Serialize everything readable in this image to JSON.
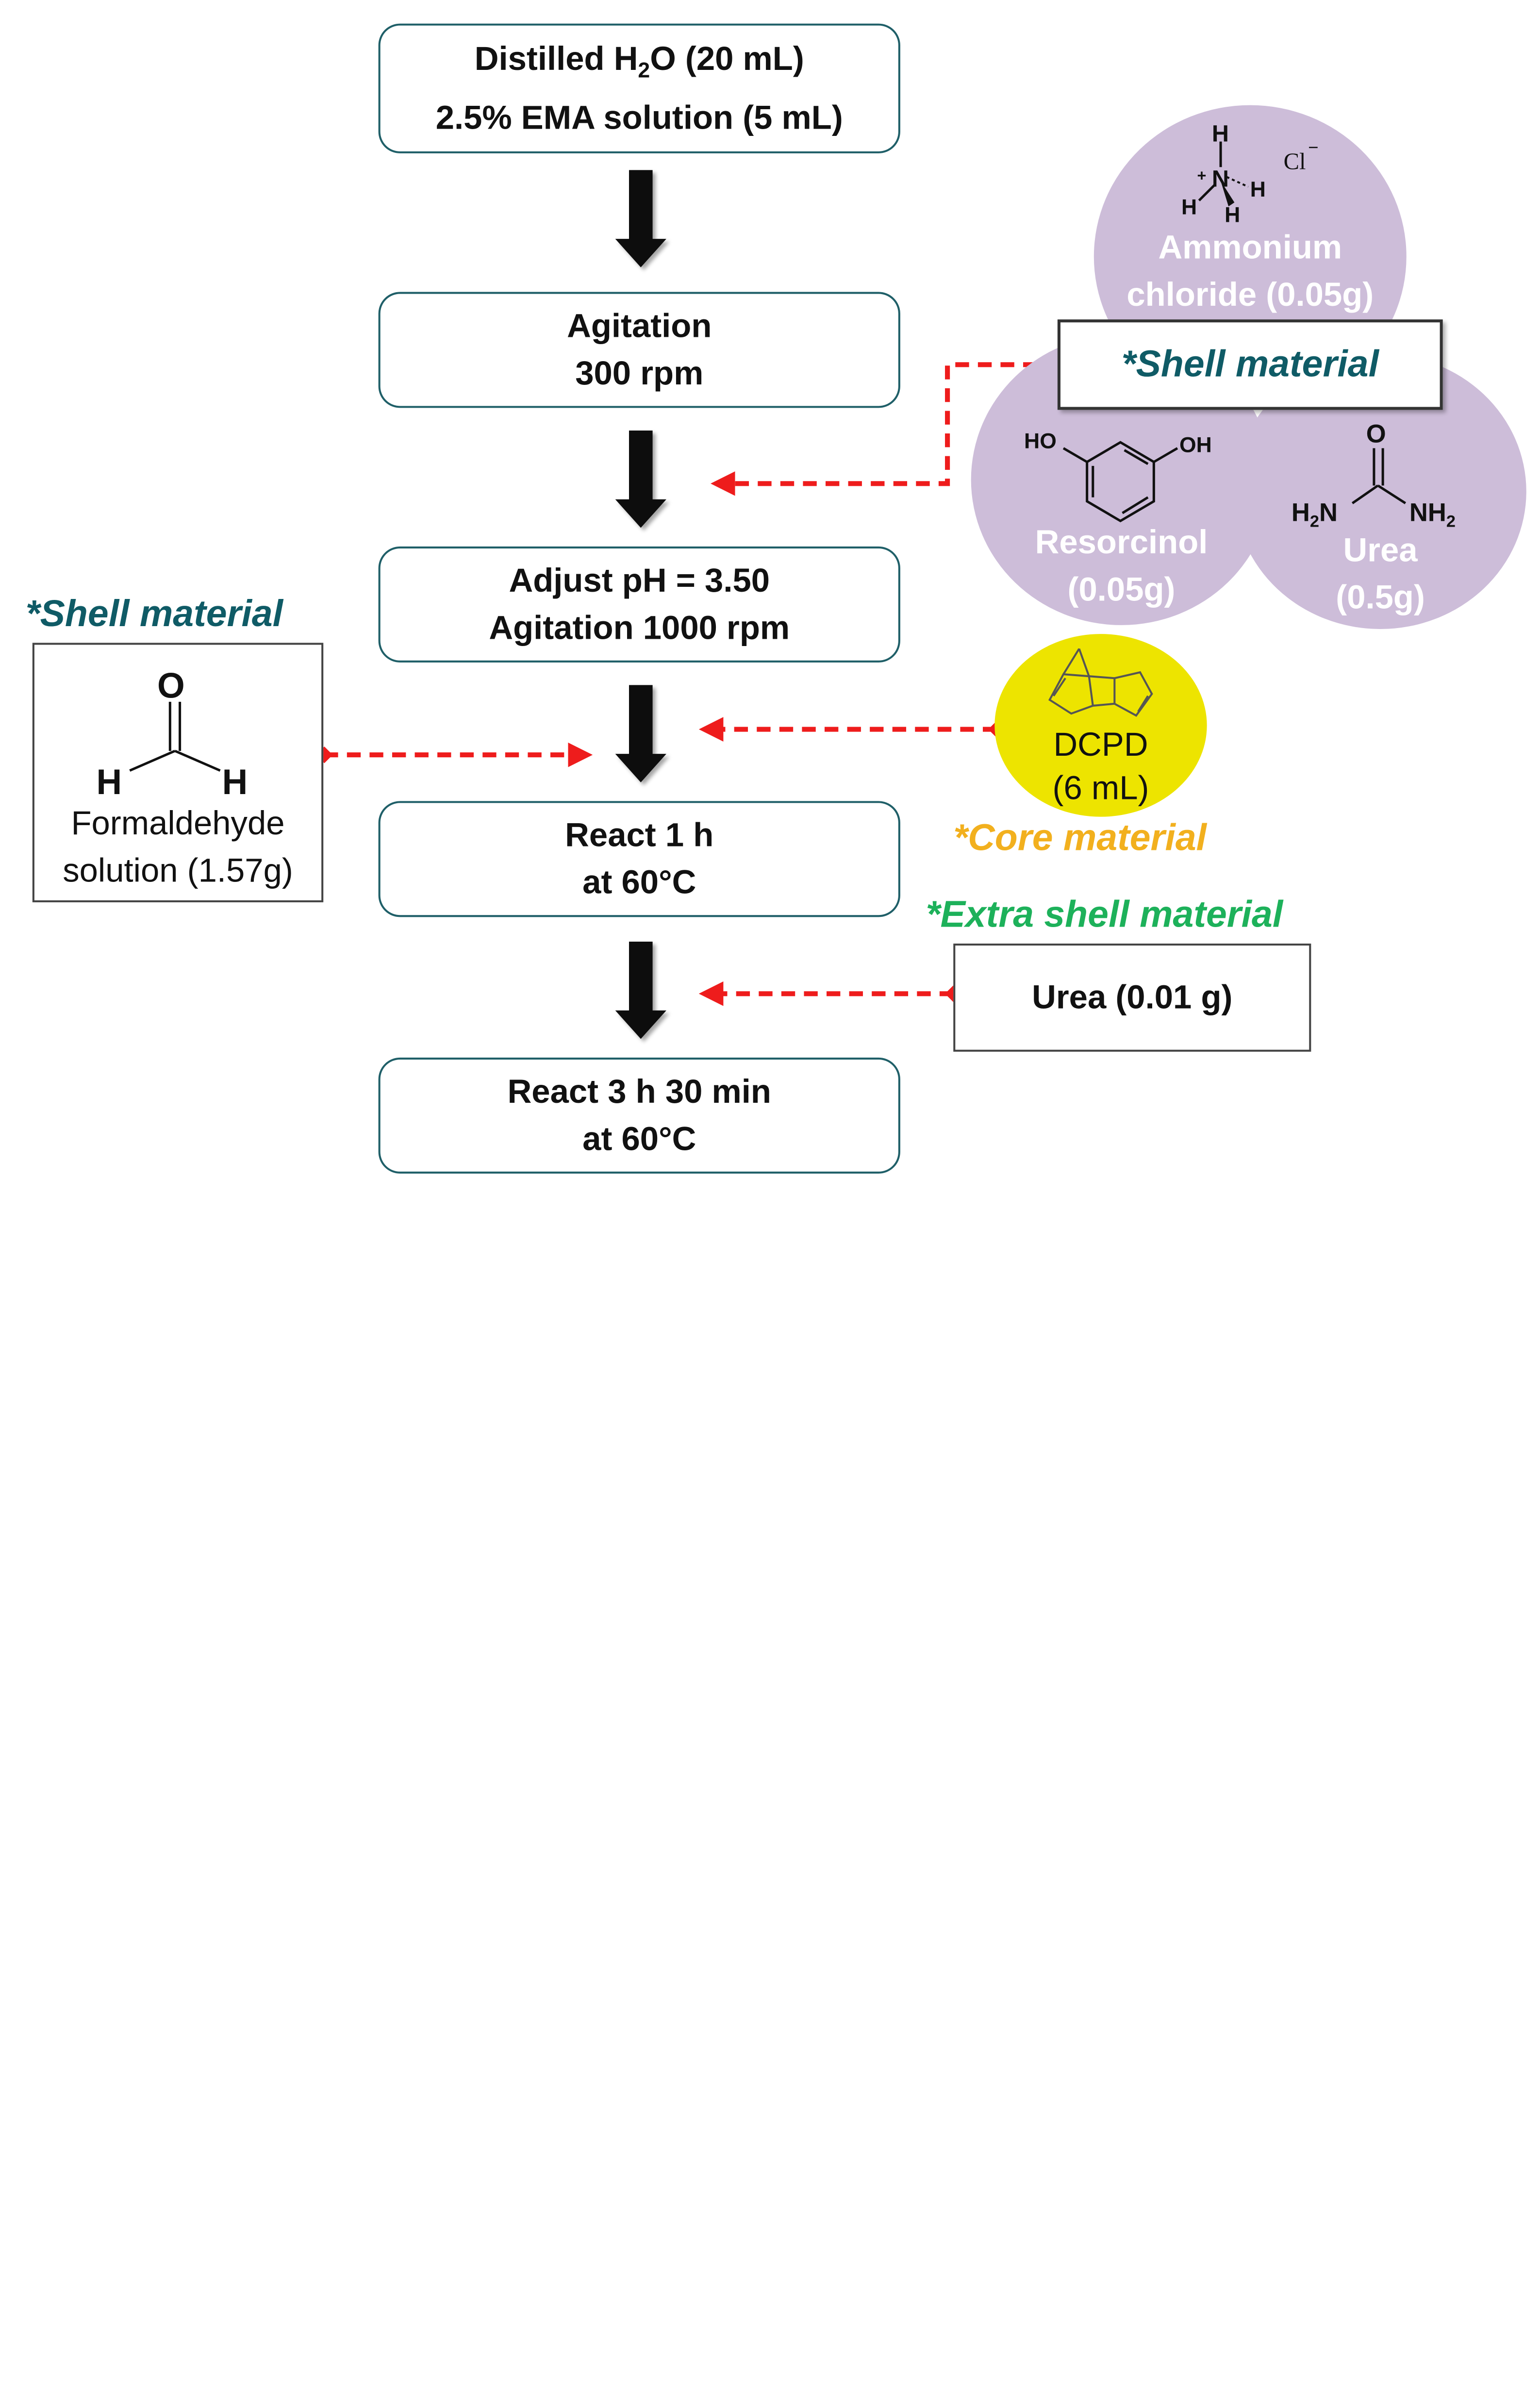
{
  "colors": {
    "step_border": "#1f5f68",
    "arrow": "#111111",
    "connector": "#ee1c1c",
    "shell_tag": "#0f5b66",
    "core_tag": "#f2b01e",
    "extra_tag": "#1db15a",
    "circle_fill": "#cdbdd9",
    "dcpd_fill": "#ede400"
  },
  "steps": [
    {
      "line1_pre": "Distilled H",
      "line1_sub": "2",
      "line1_post": "O (20 mL)",
      "line2": "2.5% EMA solution (5 mL)"
    },
    {
      "line1": "Agitation",
      "line2": "300 rpm"
    },
    {
      "line1": "Adjust pH = 3.50",
      "line2": "Agitation 1000 rpm"
    },
    {
      "line1": "React 1 h",
      "line2": "at 60°C"
    },
    {
      "line1": "React 3 h 30 min",
      "line2": "at 60°C"
    }
  ],
  "shell_right": {
    "tag": "*Shell material",
    "ammonium": {
      "label1": "Ammonium",
      "label2": "chloride (0.05g)",
      "atom_h": "H",
      "atom_n": "N",
      "charge_plus": "+",
      "ion": "Cl",
      "ion_charge": "−"
    },
    "resorcinol": {
      "label1": "Resorcinol",
      "label2": "(0.05g)",
      "group_left": "HO",
      "group_right": "OH"
    },
    "urea": {
      "label1": "Urea",
      "label2": "(0.5g)",
      "atom_o": "O",
      "nh2_left_pre": "H",
      "nh2_left_sub": "2",
      "nh2_left_post": "N",
      "nh2_right_pre": "NH",
      "nh2_right_sub": "2"
    }
  },
  "shell_left": {
    "tag": "*Shell material",
    "atom_o": "O",
    "atom_h": "H",
    "label1": "Formaldehyde",
    "label2": "solution (1.57g)"
  },
  "core": {
    "label1": "DCPD",
    "label2": "(6 mL)",
    "tag": "*Core material"
  },
  "extra_shell": {
    "tag": "*Extra shell material",
    "label": "Urea (0.01 g)"
  }
}
